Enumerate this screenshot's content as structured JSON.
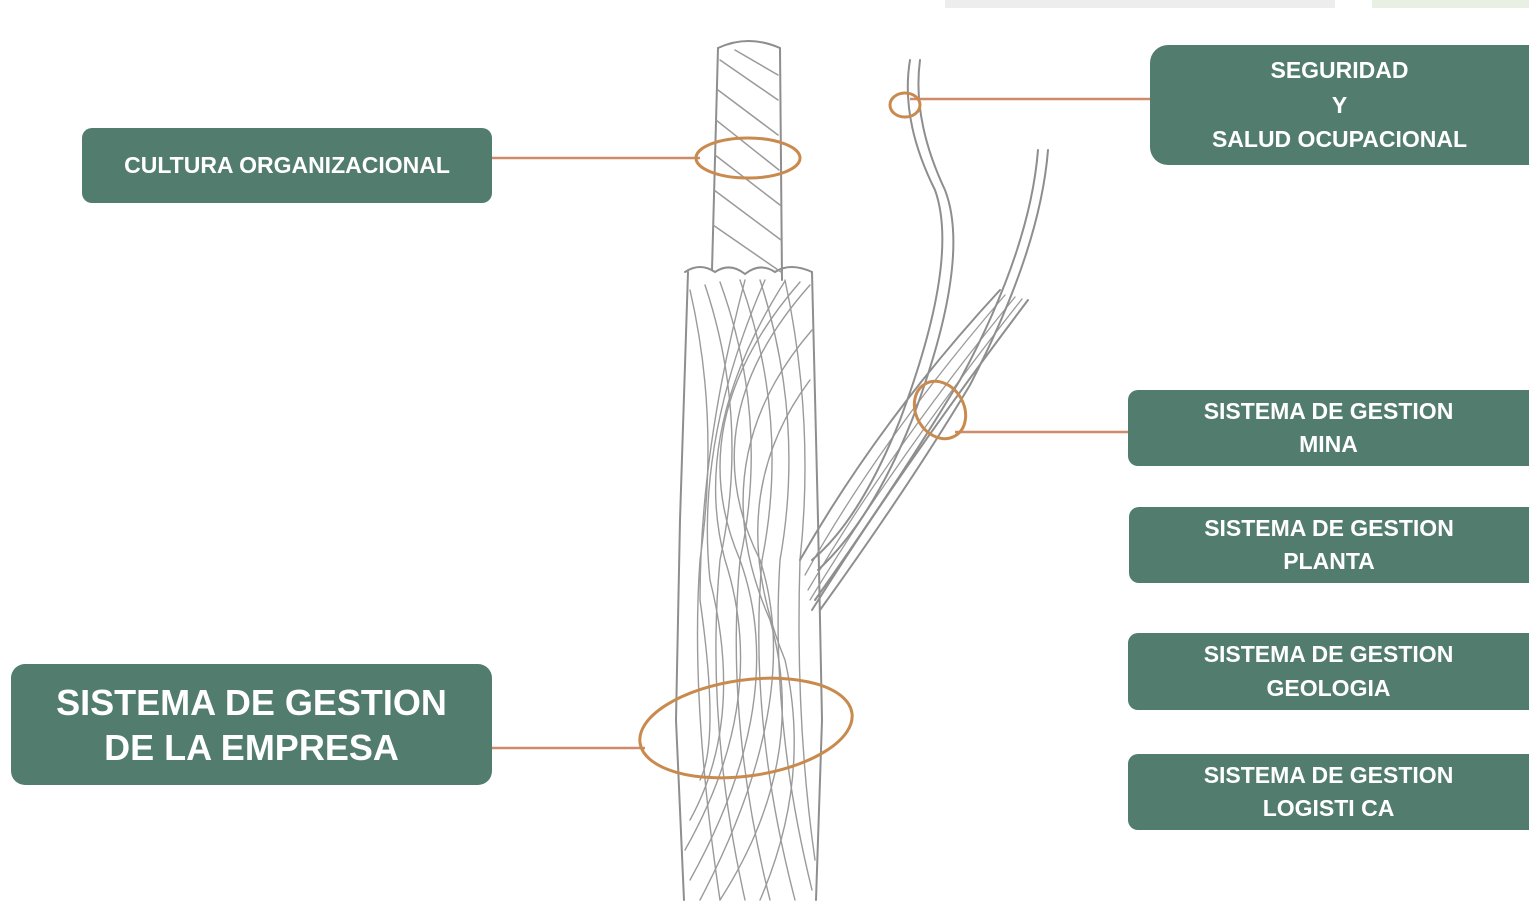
{
  "colors": {
    "box_fill": "#527d6e",
    "box_text": "#ffffff",
    "connector": "#cf8a6a",
    "ring": "#c98a4e",
    "rope": "#8e8e8e"
  },
  "labels": {
    "cultura": "CULTURA ORGANIZACIONAL",
    "seguridad": [
      "SEGURIDAD",
      "Y",
      "SALUD OCUPACIONAL"
    ],
    "empresa": [
      "SISTEMA DE GESTION",
      "DE LA EMPRESA"
    ],
    "mina": [
      "SISTEMA DE GESTION",
      "MINA"
    ],
    "planta": [
      "SISTEMA DE GESTION",
      "PLANTA"
    ],
    "geologia": [
      "SISTEMA DE GESTION",
      "GEOLOGIA"
    ],
    "logistica": [
      "SISTEMA DE GESTION",
      "LOGISTI CA"
    ]
  }
}
